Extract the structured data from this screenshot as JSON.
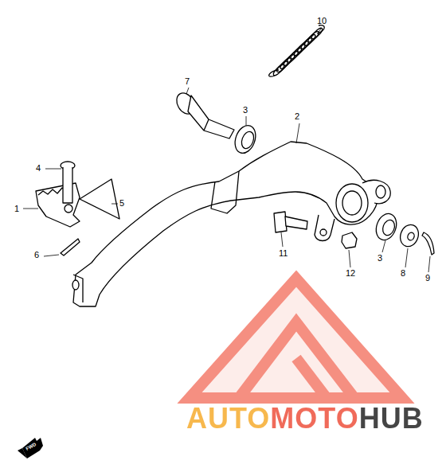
{
  "diagram": {
    "labels": [
      "1",
      "2",
      "3",
      "3",
      "4",
      "5",
      "6",
      "7",
      "8",
      "9",
      "10",
      "11",
      "12",
      "AUTOMOTOHUB",
      "FWD"
    ]
  }
}
